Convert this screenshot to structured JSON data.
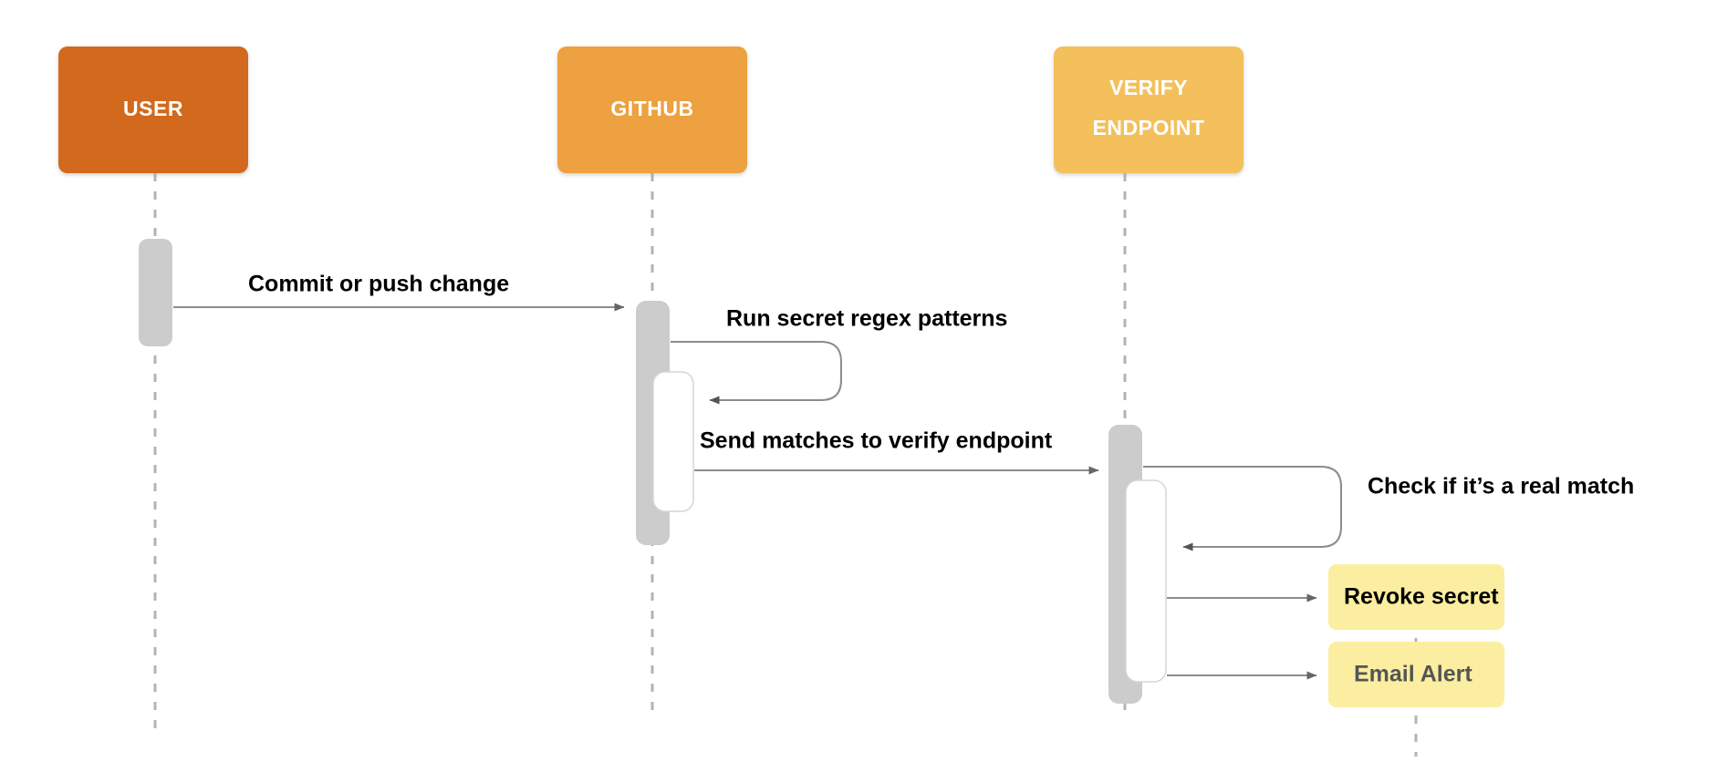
{
  "diagram": {
    "type": "sequence-diagram",
    "background_color": "#ffffff",
    "actors": [
      {
        "id": "user",
        "label": "USER",
        "color": "#d2691e",
        "text_color": "#ffffff"
      },
      {
        "id": "github",
        "label": "GITHUB",
        "color": "#eda13f",
        "text_color": "#ffffff"
      },
      {
        "id": "verify",
        "label": "VERIFY\nENDPOINT",
        "line1": "VERIFY",
        "line2": "ENDPOINT",
        "color": "#f3c05b",
        "text_color": "#ffffff"
      }
    ],
    "messages": [
      {
        "id": "m1",
        "from": "user",
        "to": "github",
        "label": "Commit or push change",
        "kind": "call"
      },
      {
        "id": "m2",
        "from": "github",
        "to": "github",
        "label": "Run secret regex patterns",
        "kind": "self"
      },
      {
        "id": "m3",
        "from": "github",
        "to": "verify",
        "label": "Send matches to verify endpoint",
        "kind": "call"
      },
      {
        "id": "m4",
        "from": "verify",
        "to": "verify",
        "label": "Check if it’s a real match",
        "kind": "self"
      },
      {
        "id": "m5",
        "from": "verify",
        "to": "revoke-secret-node",
        "label": "",
        "kind": "call"
      },
      {
        "id": "m6",
        "from": "verify",
        "to": "email-alert-node",
        "label": "",
        "kind": "call"
      }
    ],
    "end_nodes": [
      {
        "id": "revoke-secret-node",
        "label": "Revoke secret",
        "color": "#fbeea0",
        "text_color": "#000000"
      },
      {
        "id": "email-alert-node",
        "label": "Email Alert",
        "color": "#fbeea0",
        "text_color": "#555555"
      }
    ],
    "colors": {
      "lifeline": "#b3b3b3",
      "activation_outer": "#cccccc",
      "activation_inner": "#ffffff",
      "arrow": "#8c8c8c",
      "arrowhead": "#666666"
    }
  }
}
